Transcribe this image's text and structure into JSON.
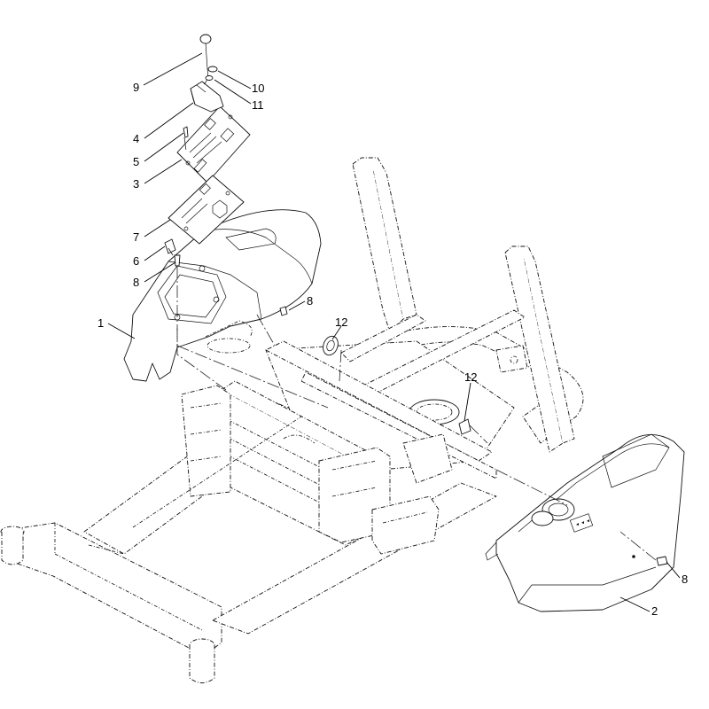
{
  "callouts": [
    {
      "id": "9",
      "label": "9"
    },
    {
      "id": "10",
      "label": "10"
    },
    {
      "id": "11",
      "label": "11"
    },
    {
      "id": "4",
      "label": "4"
    },
    {
      "id": "5",
      "label": "5"
    },
    {
      "id": "3",
      "label": "3"
    },
    {
      "id": "7",
      "label": "7"
    },
    {
      "id": "6",
      "label": "6"
    },
    {
      "id": "8a",
      "label": "8"
    },
    {
      "id": "1",
      "label": "1"
    },
    {
      "id": "8b",
      "label": "8"
    },
    {
      "id": "12a",
      "label": "12"
    },
    {
      "id": "12b",
      "label": "12"
    },
    {
      "id": "8c",
      "label": "8"
    },
    {
      "id": "2",
      "label": "2"
    }
  ]
}
